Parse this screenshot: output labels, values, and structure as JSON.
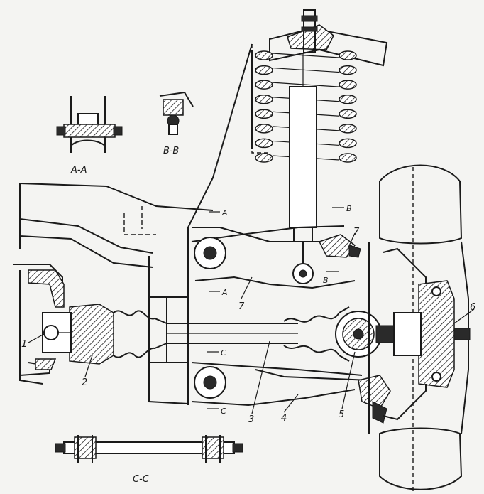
{
  "section_labels": {
    "aa": "A-A",
    "bb": "B-B",
    "cc": "C-C"
  },
  "cut_markers": {
    "a": "A",
    "b": "B",
    "c": "C"
  },
  "callouts": [
    "1",
    "2",
    "3",
    "4",
    "5",
    "6",
    "7",
    "7"
  ]
}
